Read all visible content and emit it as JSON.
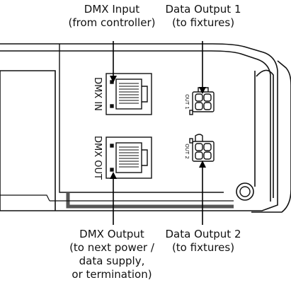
{
  "callouts": {
    "dmx_input": {
      "title": "DMX Input",
      "subtitle": "(from controller)"
    },
    "data_output_1": {
      "title": "Data Output 1",
      "subtitle": "(to fixtures)"
    },
    "dmx_output": {
      "title": "DMX Output",
      "line2": "(to next power /",
      "line3": "data supply,",
      "line4": "or termination)"
    },
    "data_output_2": {
      "title": "Data Output 2",
      "subtitle": "(to fixtures)"
    }
  },
  "port_labels": {
    "dmx_in": "DMX IN",
    "dmx_out": "DMX OUT",
    "out_1": "OUT 1",
    "out_2": "OUT 2"
  },
  "colors": {
    "outline": "#111111",
    "panel_shadow": "#555555",
    "arrow": "#000000"
  }
}
